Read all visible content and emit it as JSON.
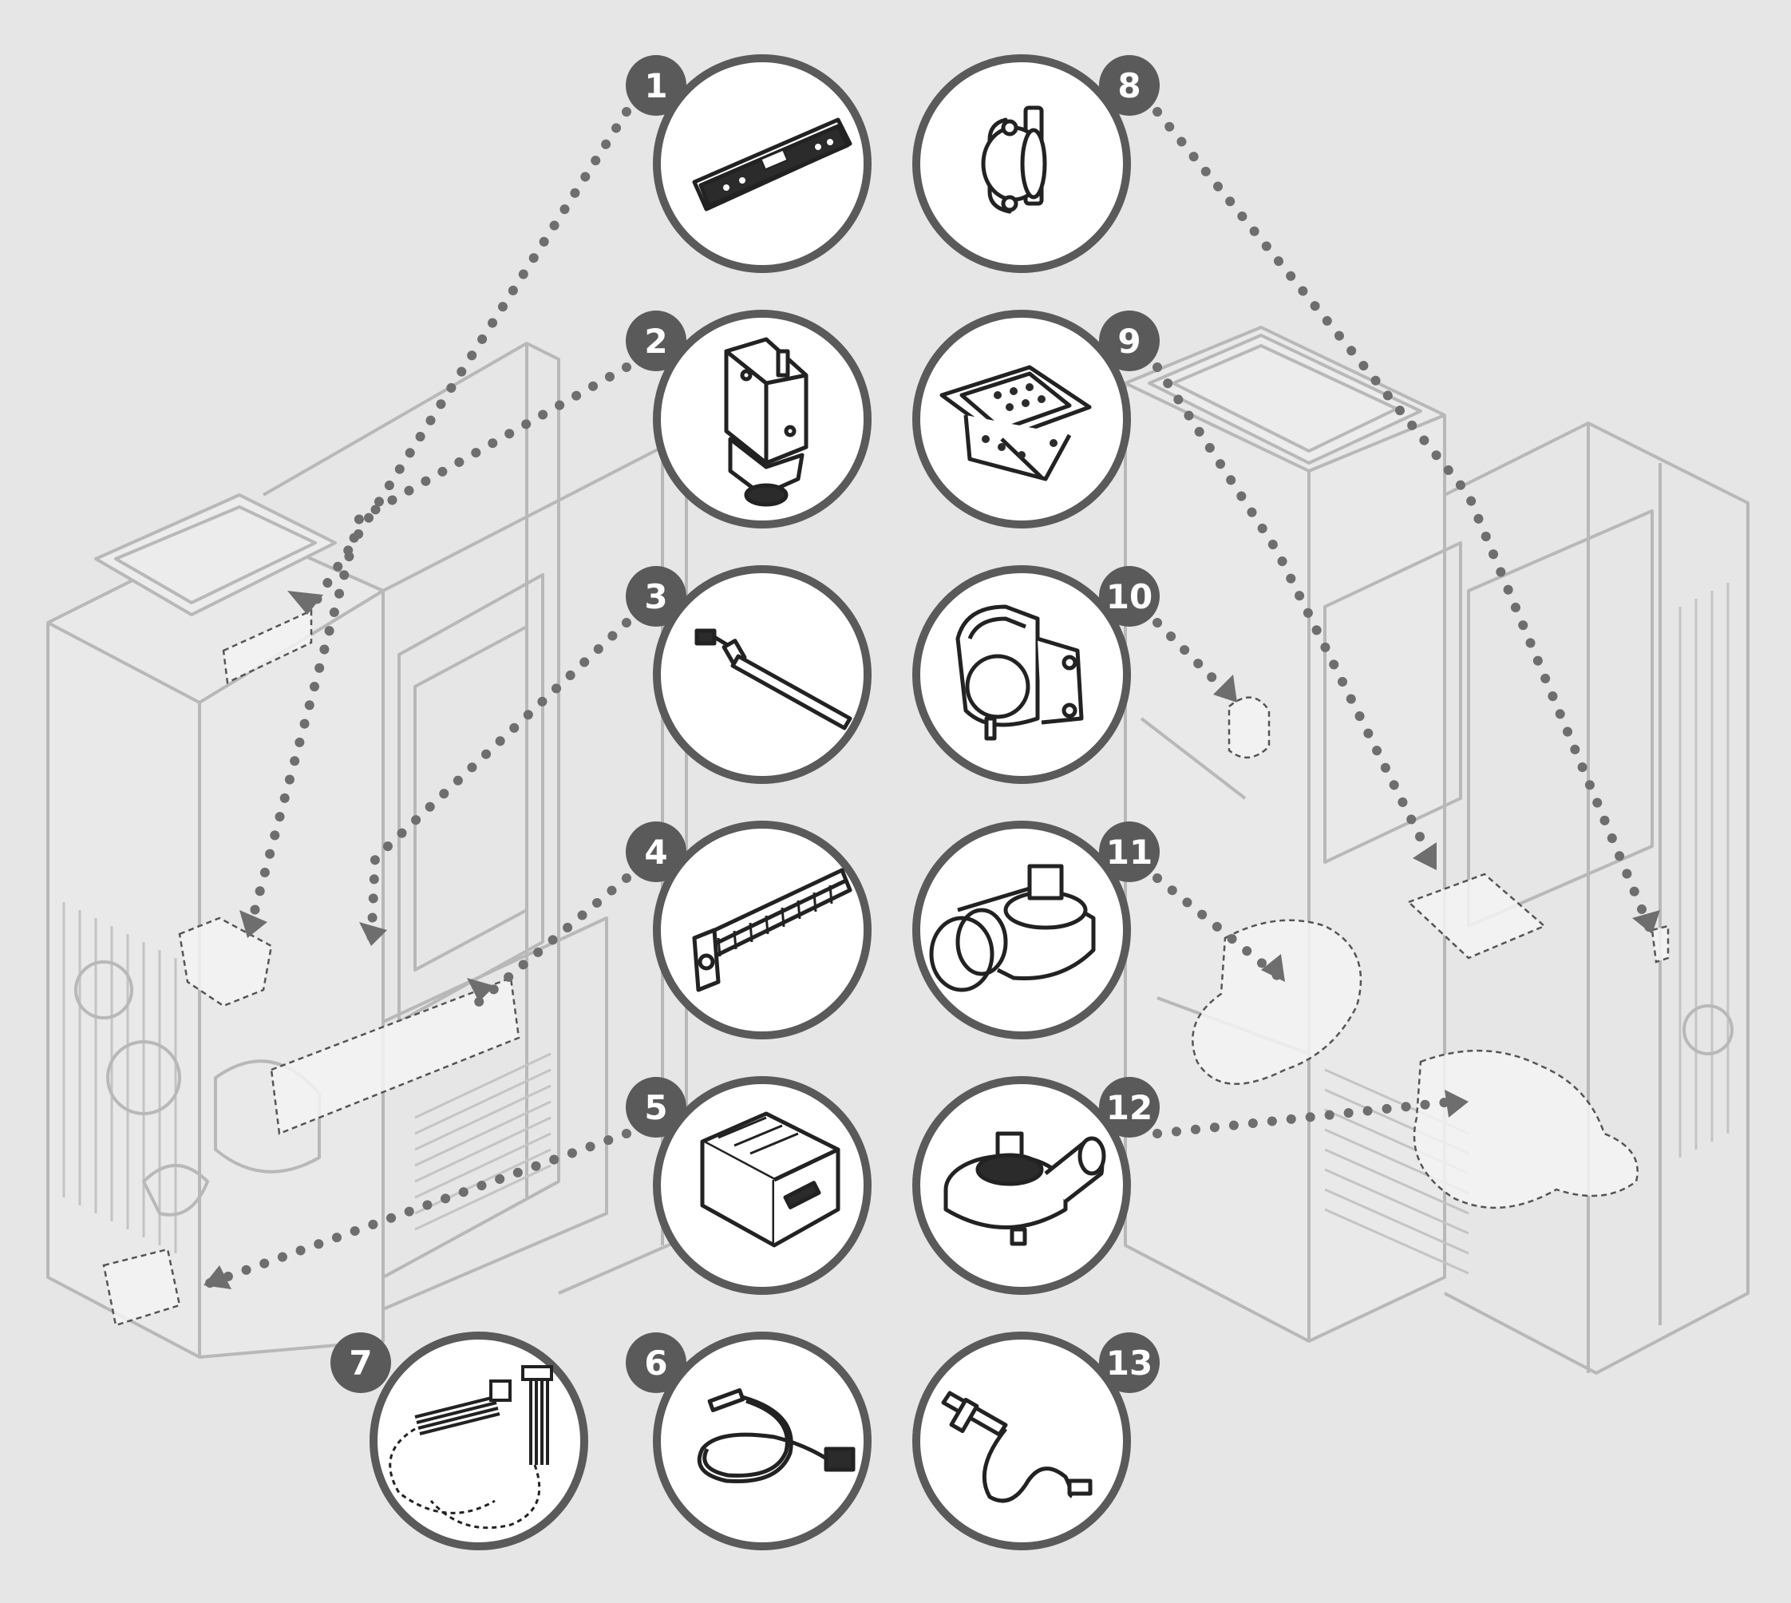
{
  "colors": {
    "background": "#e6e6e6",
    "ring": "#5a5a5a",
    "badge": "#5a5a5a",
    "badge_text": "#ffffff",
    "leader": "#6e6e6e",
    "housing_stroke": "#b8b8b8",
    "part_stroke": "#222222"
  },
  "callouts": [
    {
      "num": "1",
      "part": "control-panel"
    },
    {
      "num": "2",
      "part": "gear-motor"
    },
    {
      "num": "3",
      "part": "temperature-probe"
    },
    {
      "num": "4",
      "part": "tangential-fan"
    },
    {
      "num": "5",
      "part": "control-board"
    },
    {
      "num": "6",
      "part": "sensor-cable"
    },
    {
      "num": "7",
      "part": "ribbon-cable"
    },
    {
      "num": "8",
      "part": "safety-thermostat"
    },
    {
      "num": "9",
      "part": "burn-pot"
    },
    {
      "num": "10",
      "part": "pressure-switch"
    },
    {
      "num": "11",
      "part": "exhaust-fan"
    },
    {
      "num": "12",
      "part": "exhaust-blower"
    },
    {
      "num": "13",
      "part": "igniter"
    }
  ]
}
